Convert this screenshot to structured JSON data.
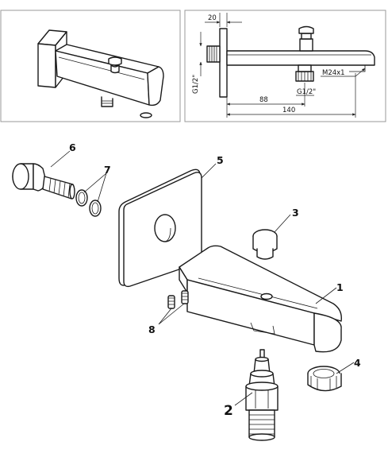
{
  "diagram": {
    "dimensions": {
      "wall_plate_thickness": "20",
      "inlet_thread": "G1/2\"",
      "outlet_thread": "G1/2\"",
      "aerator_thread": "M24x1",
      "inlet_to_outlet": "88",
      "overall_length": "140"
    },
    "callouts": {
      "part_1": "1",
      "part_2": "2",
      "part_3": "3",
      "part_4": "4",
      "part_5": "5",
      "part_6": "6",
      "part_7": "7",
      "part_8": "8"
    }
  }
}
